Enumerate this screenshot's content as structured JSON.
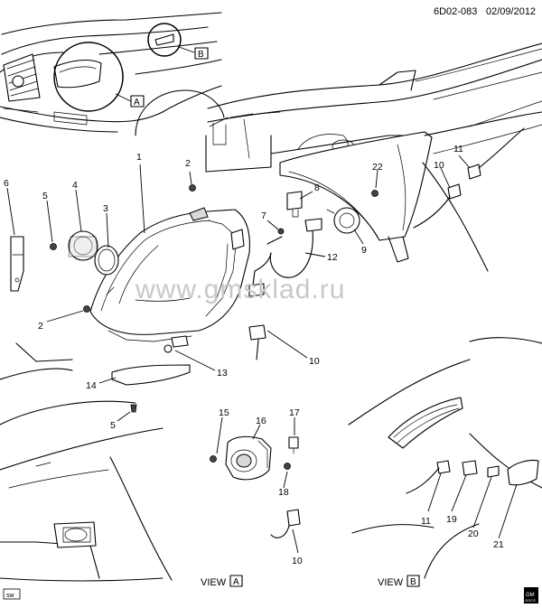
{
  "header": {
    "code": "6D02-083",
    "date": "02/09/2012"
  },
  "watermark": "www.gmsklad.ru",
  "view_refs": {
    "a_box": "A",
    "b_box": "B"
  },
  "view_labels": {
    "a": {
      "prefix": "VIEW",
      "letter": "A"
    },
    "b": {
      "prefix": "VIEW",
      "letter": "B"
    }
  },
  "badges": {
    "sw": "sw",
    "gm_top": "GM",
    "gm_bottom": "GOCS"
  },
  "callouts": [
    "1",
    "2",
    "2",
    "3",
    "4",
    "5",
    "5",
    "6",
    "7",
    "8",
    "9",
    "10",
    "10",
    "10",
    "11",
    "11",
    "12",
    "13",
    "14",
    "15",
    "16",
    "17",
    "18",
    "19",
    "20",
    "21",
    "22"
  ]
}
